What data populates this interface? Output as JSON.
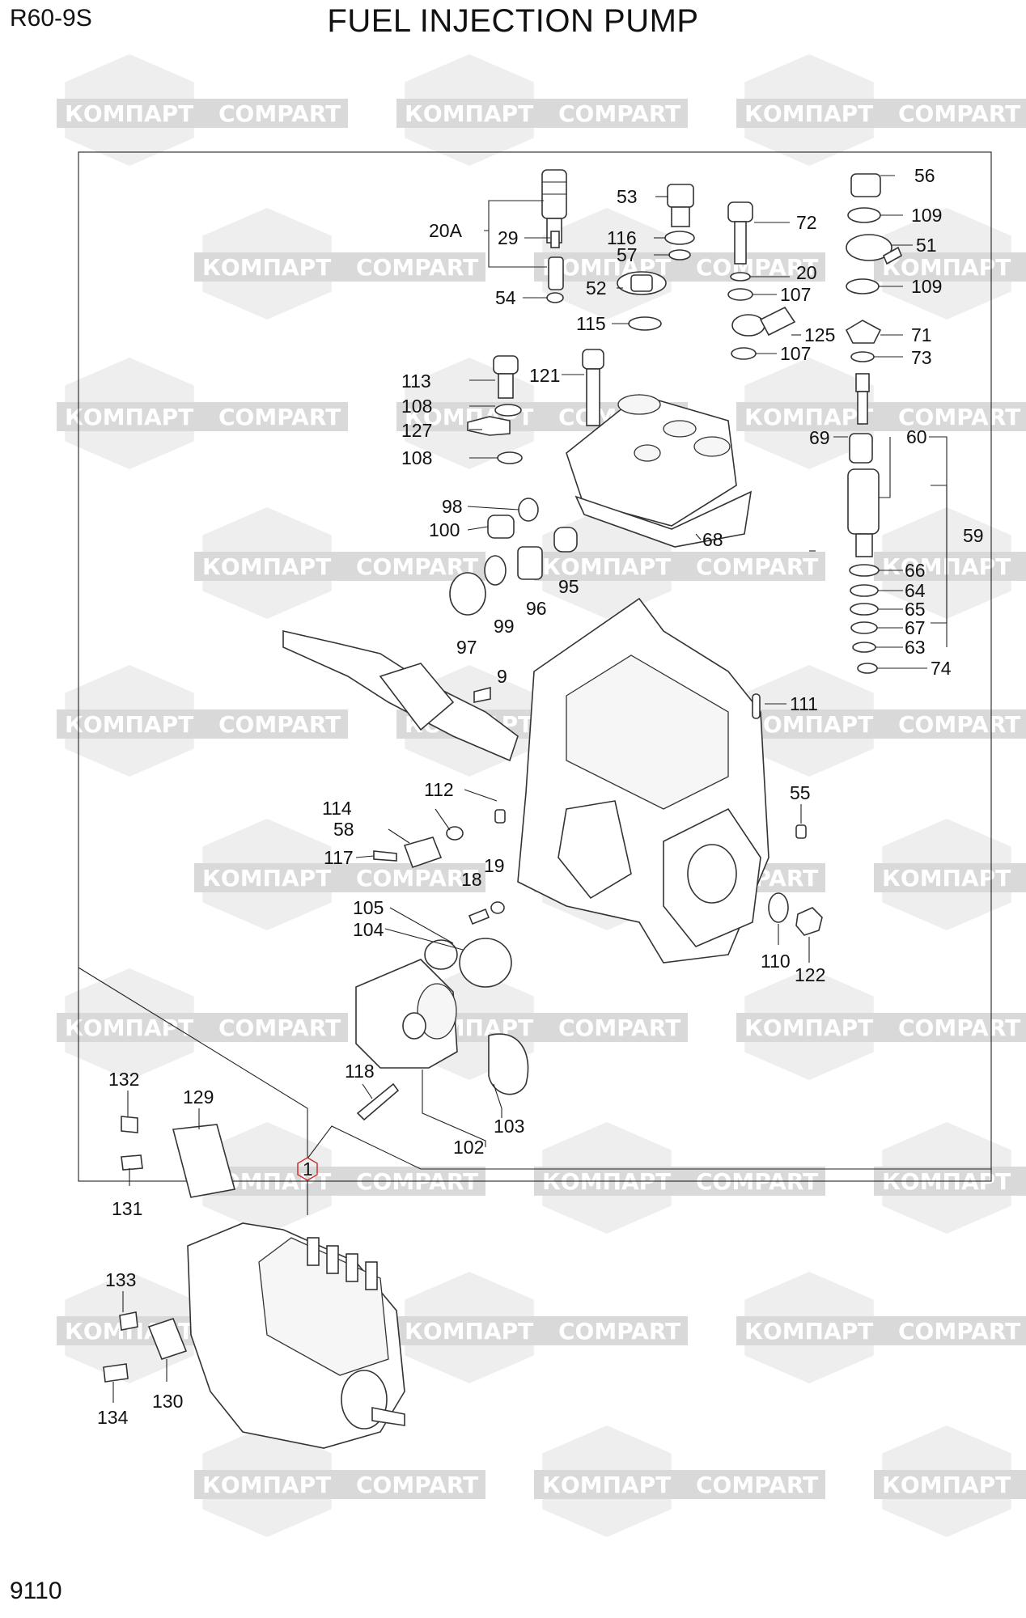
{
  "header": {
    "model": "R60-9S",
    "title": "FUEL INJECTION PUMP"
  },
  "footer": {
    "page_number": "9110"
  },
  "watermark": {
    "text_cyrillic": "КОМПАРТ",
    "text_latin": "COMPART",
    "color": "#d9d9d9"
  },
  "callouts": {
    "c20A": "20A",
    "c29": "29",
    "c53": "53",
    "c116": "116",
    "c57": "57",
    "c52": "52",
    "c54": "54",
    "c115": "115",
    "c72": "72",
    "c20": "20",
    "c107a": "107",
    "c125": "125",
    "c107b": "107",
    "c56": "56",
    "c109a": "109",
    "c51": "51",
    "c109b": "109",
    "c71": "71",
    "c73": "73",
    "c60": "60",
    "c69": "69",
    "c59": "59",
    "c113": "113",
    "c121": "121",
    "c108a": "108",
    "c127": "127",
    "c108b": "108",
    "c98": "98",
    "c100": "100",
    "c68": "68",
    "c95": "95",
    "c96": "96",
    "c99": "99",
    "c97": "97",
    "c66": "66",
    "c64": "64",
    "c65": "65",
    "c67": "67",
    "c63": "63",
    "c74": "74",
    "c9": "9",
    "c111": "111",
    "c112": "112",
    "c114": "114",
    "c58": "58",
    "c117": "117",
    "c55": "55",
    "c19": "19",
    "c18": "18",
    "c105": "105",
    "c104": "104",
    "c110": "110",
    "c122": "122",
    "c118": "118",
    "c103": "103",
    "c102": "102",
    "c132": "132",
    "c129": "129",
    "c131": "131",
    "c1": "1",
    "c133": "133",
    "c134": "134",
    "c130": "130"
  },
  "colors": {
    "line": "#222222",
    "highlight_hex": "#cc3333"
  }
}
